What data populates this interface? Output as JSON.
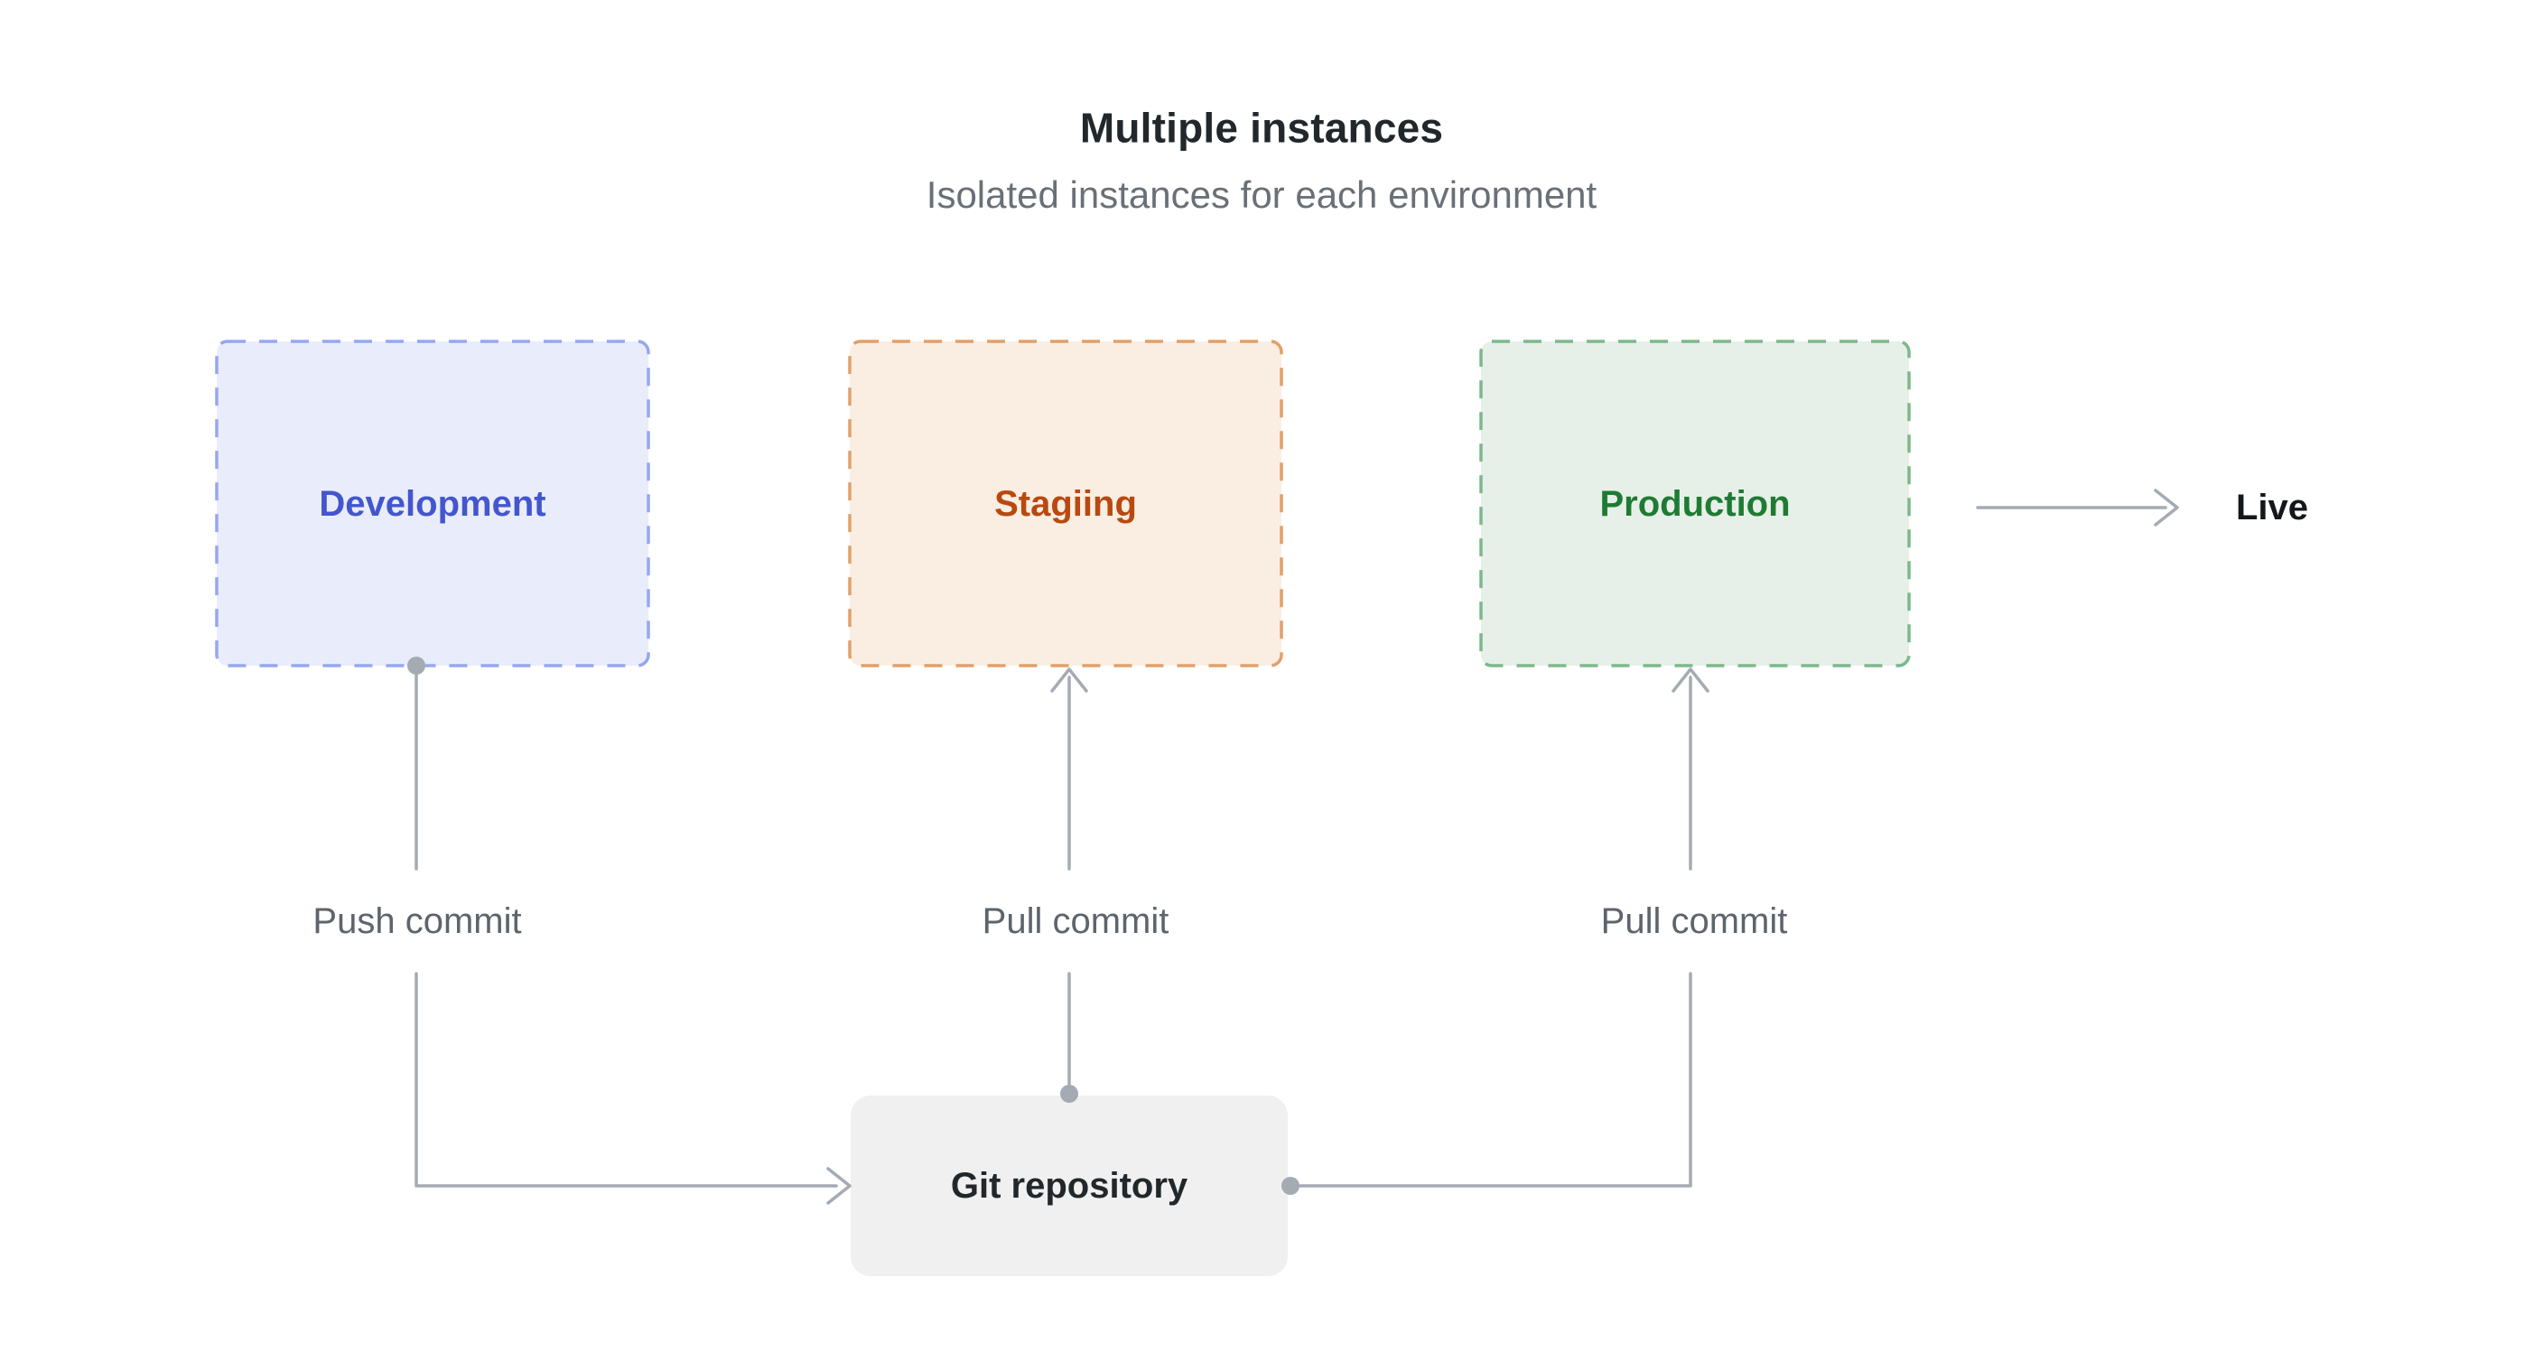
{
  "header": {
    "title": "Multiple instances",
    "subtitle": "Isolated instances for each environment"
  },
  "nodes": {
    "development": {
      "label": "Development"
    },
    "staging": {
      "label": "Stagiing"
    },
    "production": {
      "label": "Production"
    },
    "git_repository": {
      "label": "Git repository"
    }
  },
  "edges": {
    "push_commit": {
      "label": "Push commit"
    },
    "pull_commit_staging": {
      "label": "Pull commit"
    },
    "pull_commit_production": {
      "label": "Pull commit"
    },
    "live": {
      "label": "Live"
    }
  },
  "colors": {
    "background": "#ffffff",
    "title": "#21272a",
    "subtitle": "#697077",
    "dev_fill": "#e9edfb",
    "dev_border": "#96a7f1",
    "dev_text": "#4356ce",
    "stg_fill": "#faeee3",
    "stg_border": "#e2a069",
    "stg_text": "#b8490f",
    "prod_fill": "#e7f0e8",
    "prod_border": "#7db88b",
    "prod_text": "#1e7b34",
    "git_fill": "#f0f0f1",
    "git_text": "#21272a",
    "line": "#a5abb3",
    "edge_label": "#5d646c",
    "live_text": "#14181c"
  }
}
